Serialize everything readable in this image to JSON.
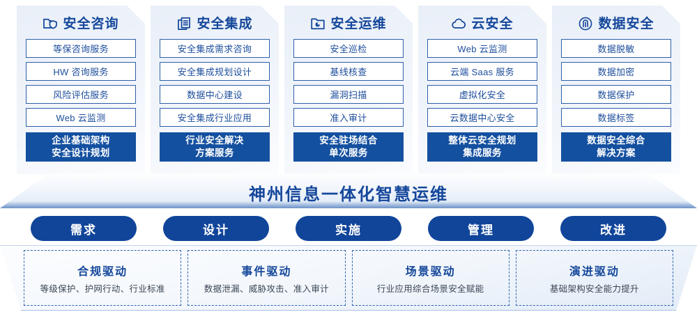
{
  "columns": [
    {
      "icon": "folder-shield-icon",
      "title": "安全咨询",
      "items": [
        "等保咨询服务",
        "HW 咨询服务",
        "风险评估服务",
        "Web 云监测"
      ],
      "summary_line1": "企业基础架构",
      "summary_line2": "安全设计规划"
    },
    {
      "icon": "stacked-documents-icon",
      "title": "安全集成",
      "items": [
        "安全集成需求咨询",
        "安全集成规划设计",
        "数据中心建设",
        "安全集成行业应用"
      ],
      "summary_line1": "行业安全解决",
      "summary_line2": "方案服务"
    },
    {
      "icon": "folder-piechart-icon",
      "title": "安全运维",
      "items": [
        "安全巡检",
        "基线核查",
        "漏洞扫描",
        "准入审计"
      ],
      "summary_line1": "安全驻场结合",
      "summary_line2": "单次服务"
    },
    {
      "icon": "cloud-icon",
      "title": "云安全",
      "items": [
        "Web 云监测",
        "云端 Saas 服务",
        "虚拟化安全",
        "云数据中心安全"
      ],
      "summary_line1": "整体云安全规划",
      "summary_line2": "集成服务"
    },
    {
      "icon": "fingerprint-icon",
      "title": "数据安全",
      "items": [
        "数据脱敏",
        "数据加密",
        "数据保护",
        "数据标签"
      ],
      "summary_line1": "数据安全综合",
      "summary_line2": "解决方案"
    }
  ],
  "banner": {
    "text": "神州信息一体化智慧运维"
  },
  "phases": [
    {
      "label": "需求"
    },
    {
      "label": "设计"
    },
    {
      "label": "实施"
    },
    {
      "label": "管理"
    },
    {
      "label": "改进"
    }
  ],
  "drivers": [
    {
      "title": "合规驱动",
      "desc": "等级保护、护网行动、行业标准"
    },
    {
      "title": "事件驱动",
      "desc": "数据泄漏、威胁攻击、准入审计"
    },
    {
      "title": "场景驱动",
      "desc": "行业应用综合场景安全赋能"
    },
    {
      "title": "演进驱动",
      "desc": "基础架构安全能力提升"
    }
  ],
  "colors": {
    "brand_blue": "#15479b",
    "dark_box": "#1450a0",
    "pill_blue": "#10459a",
    "card_border": "#2d5fa8"
  }
}
